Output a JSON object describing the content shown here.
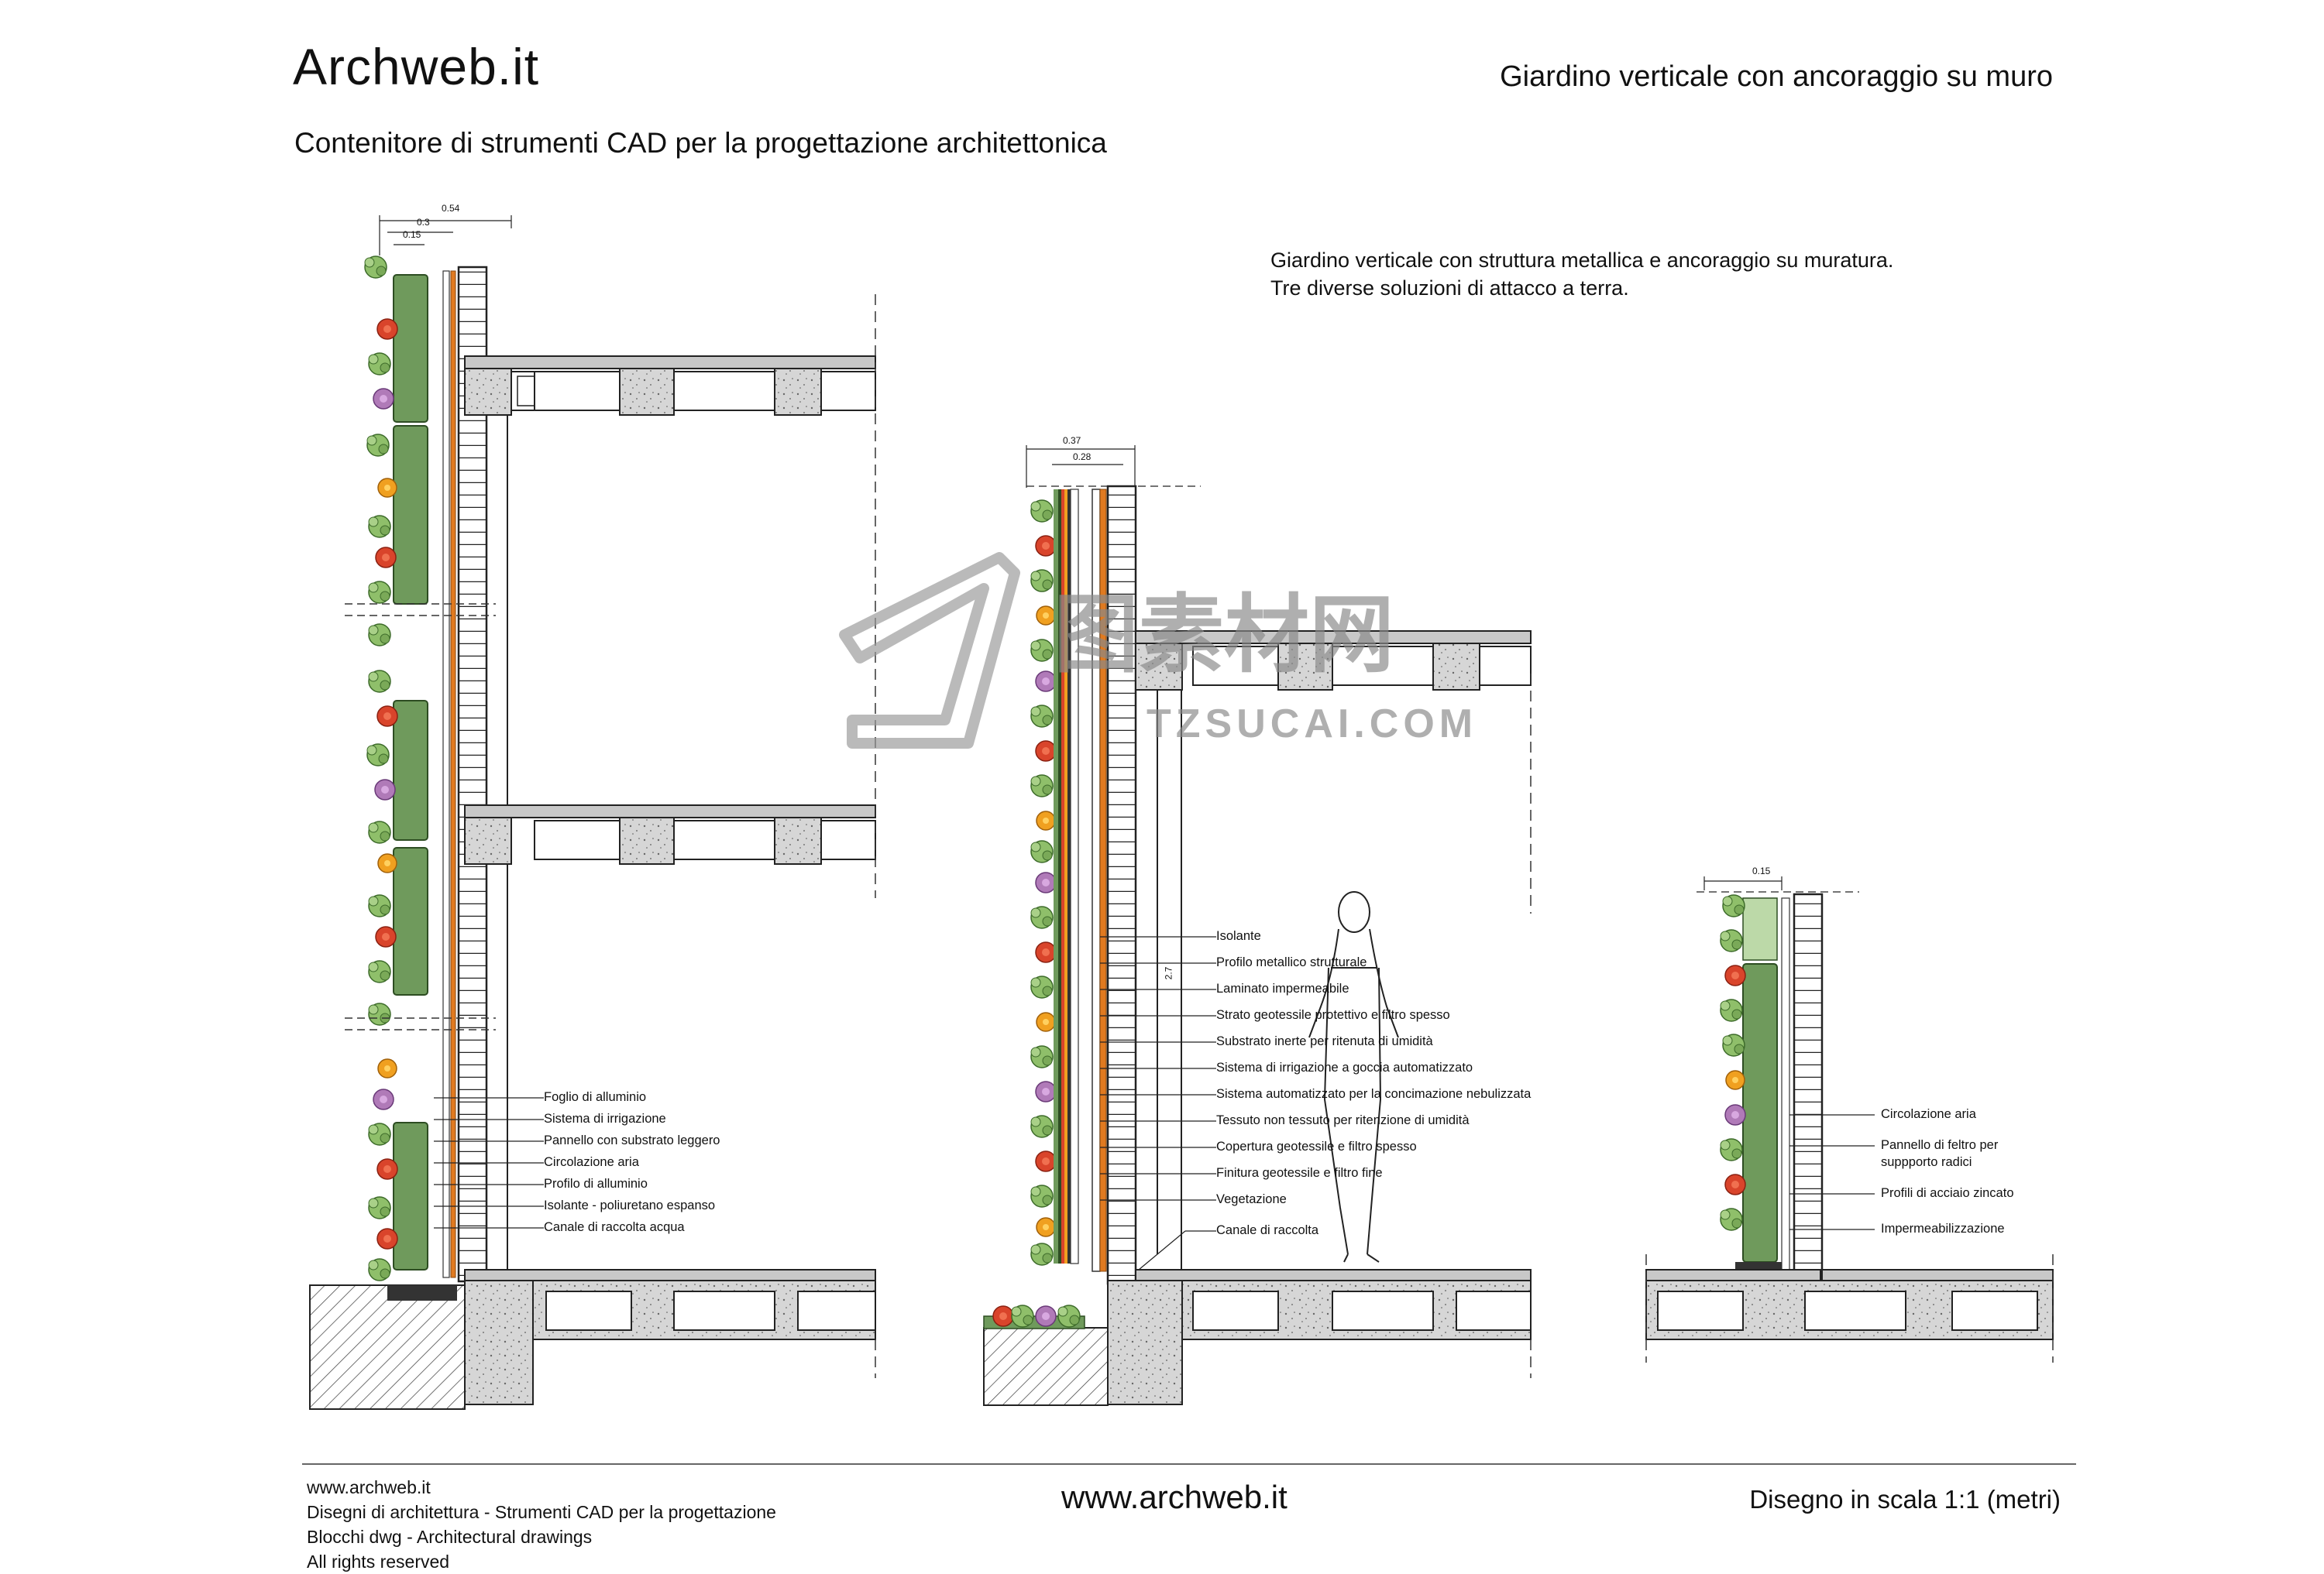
{
  "header": {
    "logo": "Archweb.it",
    "title": "Giardino verticale con ancoraggio su muro",
    "subtitle": "Contenitore di strumenti CAD per la progettazione architettonica"
  },
  "description": {
    "line1": "Giardino verticale con struttura metallica e ancoraggio su muratura.",
    "line2": "Tre diverse soluzioni di attacco a terra."
  },
  "section1": {
    "dims": [
      "0.54",
      "0.3",
      "0.15"
    ],
    "labels": [
      "Foglio di alluminio",
      "Sistema di irrigazione",
      "Pannello con substrato leggero",
      "Circolazione aria",
      "Profilo di alluminio",
      "Isolante - poliuretano espanso",
      "Canale di raccolta acqua"
    ]
  },
  "section2": {
    "dims": [
      "0.37",
      "0.28"
    ],
    "height_dim": "2.7",
    "labels": [
      "Isolante",
      "Profilo metallico strutturale",
      "Laminato impermeabile",
      "Strato geotessile protettivo e filtro spesso",
      "Substrato inerte per ritenuta di umidità",
      "Sistema di irrigazione a goccia automatizzato",
      "Sistema automatizzato per la concimazione nebulizzata",
      "Tessuto non tessuto per ritenzione di umidità",
      "Copertura geotessile e filtro spesso",
      "Finitura geotessile e filtro fine",
      "Vegetazione",
      "Canale di raccolta"
    ]
  },
  "section3": {
    "dims": [
      "0.15"
    ],
    "labels": [
      "Circolazione aria",
      "Pannello di feltro per",
      "suppporto radici",
      "Profili di acciaio zincato",
      "Impermeabilizzazione"
    ]
  },
  "watermark": {
    "cn": "图素材网",
    "en": "TZSUCAI.COM"
  },
  "footer": {
    "left_lines": [
      "www.archweb.it",
      "Disegni di architettura - Strumenti CAD  per la progettazione",
      "Blocchi dwg - Architectural drawings",
      "All rights reserved"
    ],
    "center": "www.archweb.it",
    "right": "Disegno in scala 1:1 (metri)"
  },
  "colors": {
    "panel_green": "#6f9a5c",
    "concrete": "#d9d9d9",
    "flower_red": "#d9442b",
    "flower_orange": "#f0a020",
    "flower_purple": "#b07ab8",
    "insulation": "#e07a20"
  }
}
